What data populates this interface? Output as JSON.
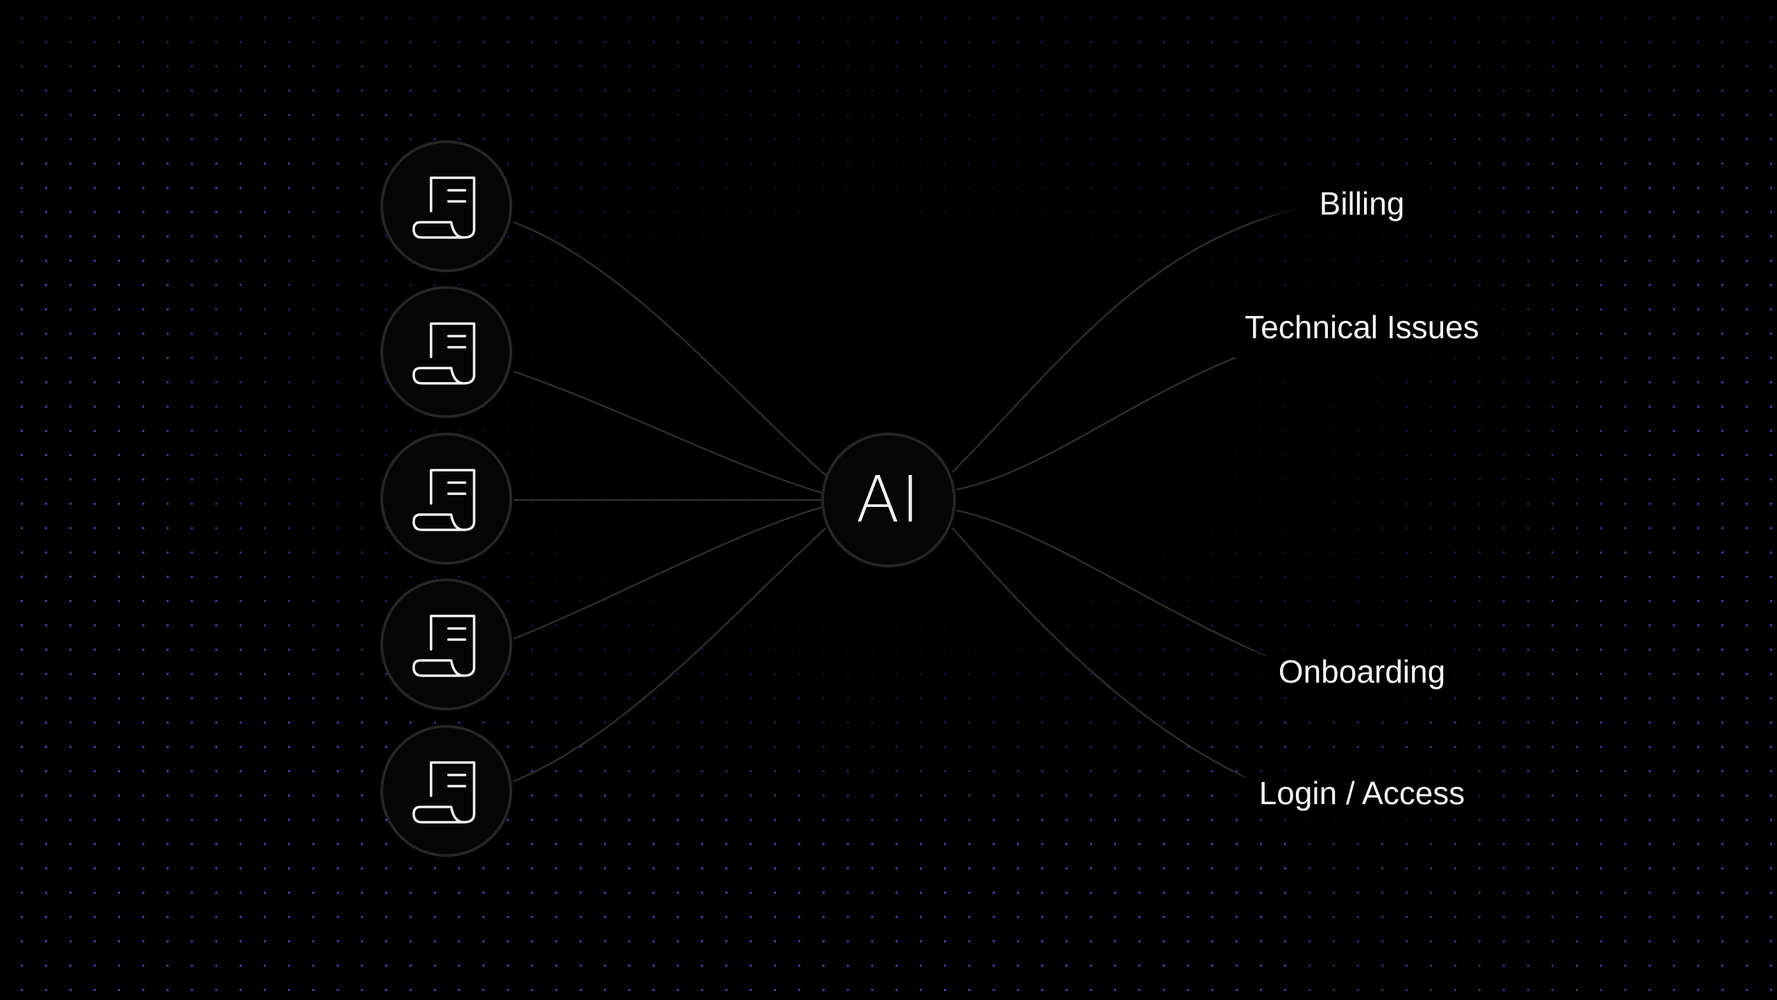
{
  "diagram": {
    "center_node": {
      "label": "AI"
    },
    "inputs": [
      {
        "icon": "document-scroll-icon"
      },
      {
        "icon": "document-scroll-icon"
      },
      {
        "icon": "document-scroll-icon"
      },
      {
        "icon": "document-scroll-icon"
      },
      {
        "icon": "document-scroll-icon"
      }
    ],
    "categories": [
      {
        "label": "Billing"
      },
      {
        "label": "Technical Issues"
      },
      {
        "label": "Onboarding"
      },
      {
        "label": "Login / Access"
      }
    ]
  },
  "colors": {
    "background": "#000000",
    "dot_grid": "#5a4fd6",
    "node_border": "#262626",
    "link_stroke": "#2e2e2e",
    "text": "#f4f4f4"
  }
}
